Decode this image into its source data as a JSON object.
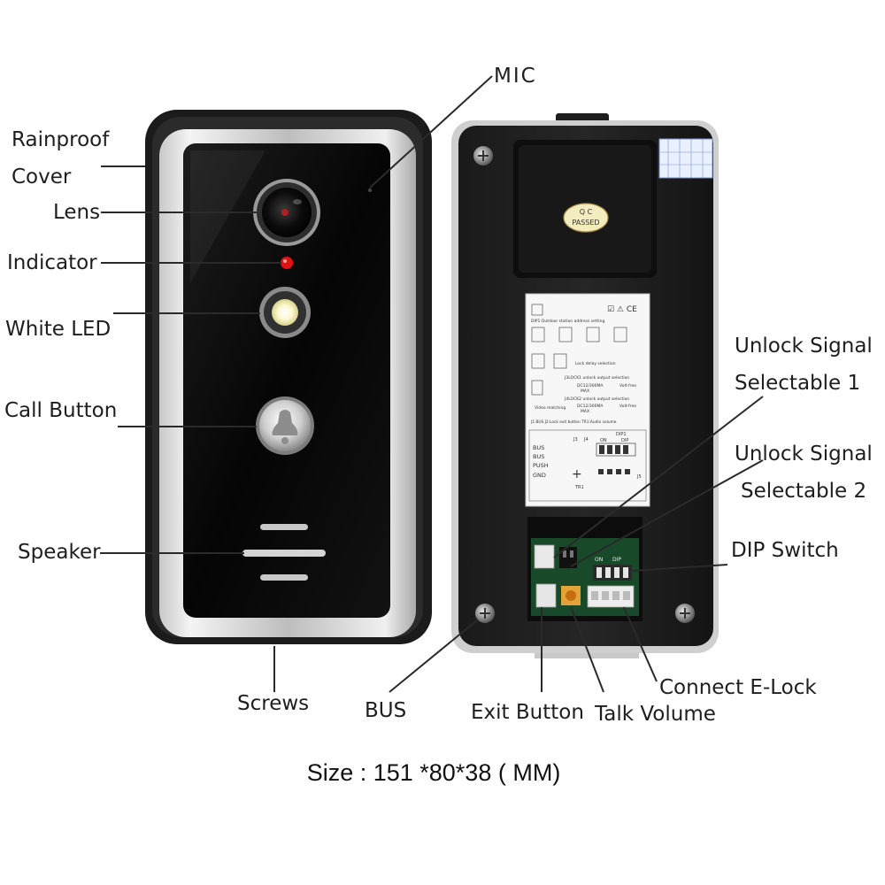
{
  "labels": {
    "rainproof": "Rainproof",
    "cover": "Cover",
    "lens": "Lens",
    "indicator": "Indicator",
    "white_led": "White LED",
    "call_button": "Call Button",
    "speaker": "Speaker",
    "screws": "Screws",
    "mic": "MIC",
    "unlock1_a": "Unlock Signal",
    "unlock1_b": "Selectable 1",
    "unlock2_a": "Unlock Signal",
    "unlock2_b": "Selectable 2",
    "dip_switch": "DIP Switch",
    "connect_elock": "Connect E-Lock",
    "talk_volume": "Talk Volume",
    "exit_button": "Exit Button",
    "bus": "BUS"
  },
  "size_text": "Size : 151 *80*38 ( MM)",
  "sticker": {
    "qc_line1": "Q C",
    "qc_line2": "PASSED",
    "dip1_note": "DIP1:Outdoor station address setting",
    "lock_delay": "Lock delay selection",
    "j3lock1": "J3LOCK1 unlock output selection",
    "dc12_1": "DC12/300MA",
    "max_1": "MAX",
    "volt_free_1": "Volt-free",
    "video_matching": "Video matching",
    "j4lock2": "J4LOCK2 unlock output selection",
    "dc12_2": "DC12/300MA",
    "max_2": "MAX",
    "volt_free_2": "Volt-free",
    "bottom_notes": "J1:BUS   J2:Lock exit button   TR1:Audio volume",
    "bus1": "BUS",
    "bus2": "BUS",
    "push": "PUSH",
    "gnd": "GND",
    "j3": "J3",
    "j4": "J4",
    "dip1": "DIP1",
    "on": "ON",
    "dip": "DIP",
    "tr1": "TR1",
    "j5": "J5",
    "pcb_on": "ON",
    "pcb_dip": "DIP"
  }
}
